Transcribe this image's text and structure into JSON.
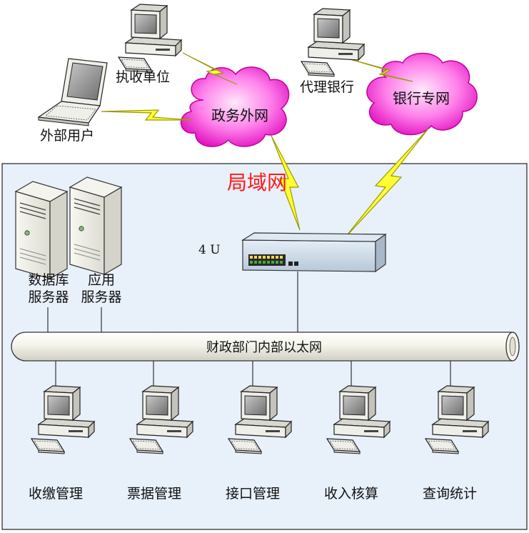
{
  "lan": {
    "title": "局域网",
    "title_color": "#ff1a1a",
    "panel_color": "#e8f0fa"
  },
  "clouds": {
    "gov": {
      "label": "政务外网"
    },
    "bank": {
      "label": "银行专网"
    }
  },
  "external_nodes": [
    {
      "id": "collector",
      "label": "执收单位",
      "icon": "desktop-computer-icon"
    },
    {
      "id": "external_user",
      "label": "外部用户",
      "icon": "laptop-icon"
    },
    {
      "id": "agent_bank",
      "label": "代理银行",
      "icon": "desktop-computer-icon"
    }
  ],
  "switch": {
    "label": "4 U",
    "icon": "rack-switch-icon"
  },
  "servers": [
    {
      "id": "db",
      "label": "数据库\n服务器",
      "icon": "tower-server-icon"
    },
    {
      "id": "app",
      "label": "应用\n服务器",
      "icon": "tower-server-icon"
    }
  ],
  "bus": {
    "label": "财政部门内部以太网"
  },
  "workstations": [
    {
      "id": "ws1",
      "label": "收缴管理",
      "icon": "desktop-computer-icon"
    },
    {
      "id": "ws2",
      "label": "票据管理",
      "icon": "desktop-computer-icon"
    },
    {
      "id": "ws3",
      "label": "接口管理",
      "icon": "desktop-computer-icon"
    },
    {
      "id": "ws4",
      "label": "收入核算",
      "icon": "desktop-computer-icon"
    },
    {
      "id": "ws5",
      "label": "查询统计",
      "icon": "desktop-computer-icon"
    }
  ],
  "colors": {
    "cloud_fill": "#ff66e6",
    "cloud_edge": "#b8008f",
    "lightning_fill": "#ffff33",
    "lightning_edge": "#a0a000",
    "device_body": "#efefea",
    "screen_fill": "#9a9a9a"
  }
}
